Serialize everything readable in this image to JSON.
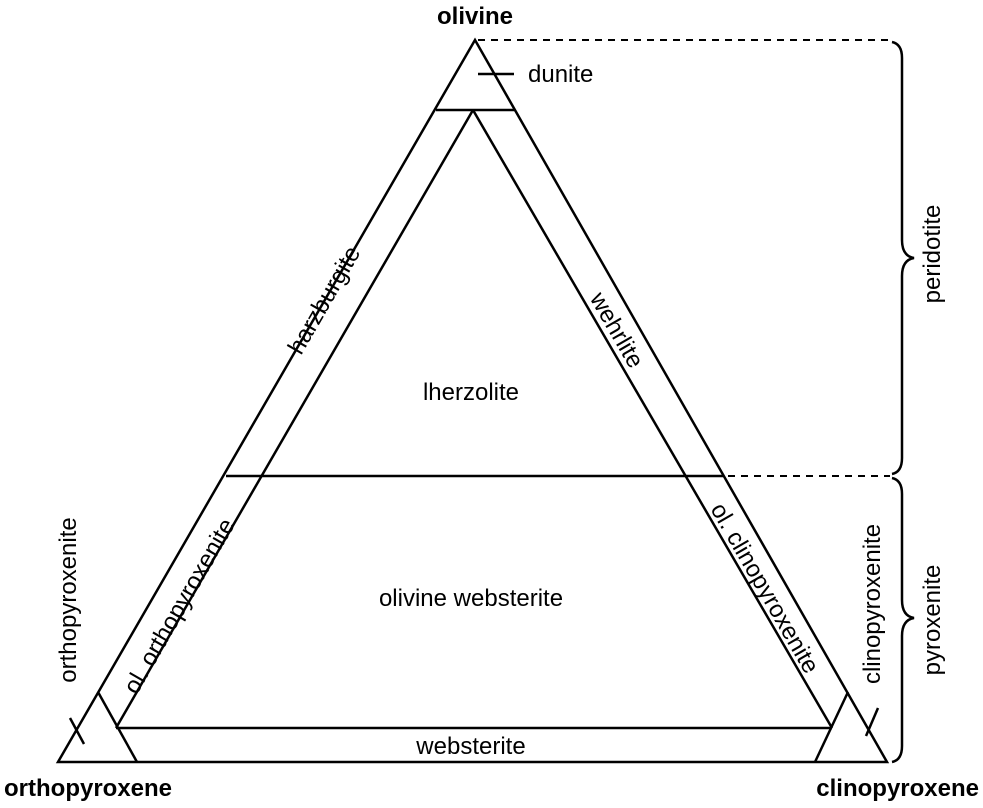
{
  "vertices": {
    "top": "olivine",
    "bottom_left": "orthopyroxene",
    "bottom_right": "clinopyroxene"
  },
  "fields": {
    "dunite": "dunite",
    "harzburgite": "harzburgite",
    "wehrlite": "wehrlite",
    "lherzolite": "lherzolite",
    "olivine_websterite": "olivine websterite",
    "ol_orthopyroxenite": "ol. orthopyroxenite",
    "ol_clinopyroxenite": "ol. clinopyroxenite",
    "websterite": "websterite",
    "orthopyroxenite": "orthopyroxenite",
    "clinopyroxenite": "clinopyroxenite"
  },
  "groups": {
    "peridotite": "peridotite",
    "pyroxenite": "pyroxenite"
  }
}
